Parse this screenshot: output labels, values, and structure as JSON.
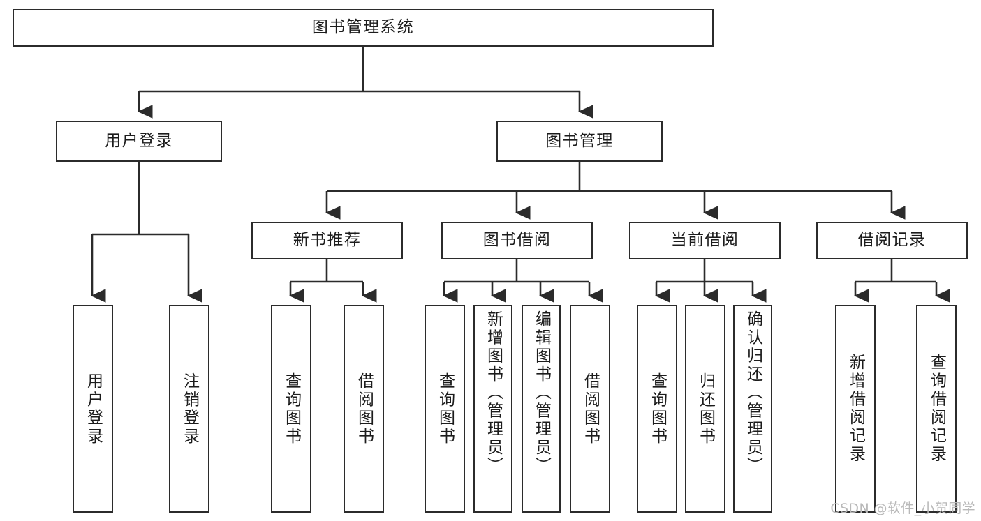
{
  "diagram": {
    "title": "图书管理系统",
    "type": "tree-hierarchy-diagram",
    "colors": {
      "box_border": "#2b2b2b",
      "box_fill": "#ffffff",
      "edge": "#2b2b2b",
      "text": "#1c1c1c",
      "watermark": "#b9b9b9",
      "background": "#ffffff"
    },
    "watermark": "CSDN @软件_小贺同学",
    "levels": {
      "root": [
        "图书管理系统"
      ],
      "level2": [
        "用户登录",
        "图书管理"
      ],
      "level3": [
        "新书推荐",
        "图书借阅",
        "当前借阅",
        "借阅记录"
      ],
      "leaves": [
        "用户登录",
        "注销登录",
        "查询图书",
        "借阅图书",
        "查询图书",
        "新增图书（管理员）",
        "编辑图书（管理员）",
        "借阅图书",
        "查询图书",
        "归还图书",
        "确认归还（管理员）",
        "新增借阅记录",
        "查询借阅记录"
      ]
    }
  },
  "nodes": {
    "root": {
      "label": "图书管理系统"
    },
    "user_login": {
      "label": "用户登录"
    },
    "book_manage": {
      "label": "图书管理"
    },
    "new_book_rec": {
      "label": "新书推荐"
    },
    "book_borrow": {
      "label": "图书借阅"
    },
    "current_borrow": {
      "label": "当前借阅"
    },
    "borrow_record": {
      "label": "借阅记录"
    },
    "leaf_user_login": {
      "label": "用户登录"
    },
    "leaf_logout": {
      "label": "注销登录"
    },
    "leaf_query_book_1": {
      "label": "查询图书"
    },
    "leaf_borrow_book_1": {
      "label": "借阅图书"
    },
    "leaf_query_book_2": {
      "label": "查询图书"
    },
    "leaf_add_book": {
      "label": "新增图书（管理员）"
    },
    "leaf_edit_book": {
      "label": "编辑图书（管理员）"
    },
    "leaf_borrow_book_2": {
      "label": "借阅图书"
    },
    "leaf_query_book_3": {
      "label": "查询图书"
    },
    "leaf_return_book": {
      "label": "归还图书"
    },
    "leaf_confirm_return": {
      "label": "确认归还（管理员）"
    },
    "leaf_add_record": {
      "label": "新增借阅记录"
    },
    "leaf_query_record": {
      "label": "查询借阅记录"
    }
  }
}
